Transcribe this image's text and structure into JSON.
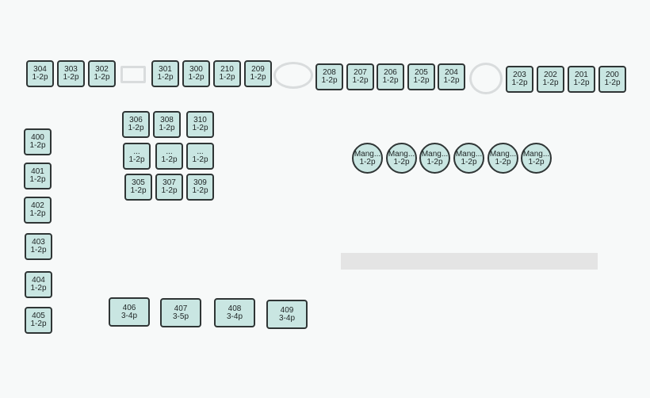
{
  "tables": {
    "t304": {
      "name": "304",
      "cap": "1-2p"
    },
    "t303": {
      "name": "303",
      "cap": "1-2p"
    },
    "t302": {
      "name": "302",
      "cap": "1-2p"
    },
    "t301": {
      "name": "301",
      "cap": "1-2p"
    },
    "t300": {
      "name": "300",
      "cap": "1-2p"
    },
    "t210": {
      "name": "210",
      "cap": "1-2p"
    },
    "t209": {
      "name": "209",
      "cap": "1-2p"
    },
    "t208": {
      "name": "208",
      "cap": "1-2p"
    },
    "t207": {
      "name": "207",
      "cap": "1-2p"
    },
    "t206": {
      "name": "206",
      "cap": "1-2p"
    },
    "t205": {
      "name": "205",
      "cap": "1-2p"
    },
    "t204": {
      "name": "204",
      "cap": "1-2p"
    },
    "t203": {
      "name": "203",
      "cap": "1-2p"
    },
    "t202": {
      "name": "202",
      "cap": "1-2p"
    },
    "t201": {
      "name": "201",
      "cap": "1-2p"
    },
    "t200": {
      "name": "200",
      "cap": "1-2p"
    },
    "t306": {
      "name": "306",
      "cap": "1-2p"
    },
    "t308": {
      "name": "308",
      "cap": "1-2p"
    },
    "t310": {
      "name": "310",
      "cap": "1-2p"
    },
    "tu1": {
      "name": "...",
      "cap": "1-2p"
    },
    "tu2": {
      "name": "...",
      "cap": "1-2p"
    },
    "tu3": {
      "name": "...",
      "cap": "1-2p"
    },
    "t305": {
      "name": "305",
      "cap": "1-2p"
    },
    "t307": {
      "name": "307",
      "cap": "1-2p"
    },
    "t309": {
      "name": "309",
      "cap": "1-2p"
    },
    "t400": {
      "name": "400",
      "cap": "1-2p"
    },
    "t401": {
      "name": "401",
      "cap": "1-2p"
    },
    "t402": {
      "name": "402",
      "cap": "1-2p"
    },
    "t403": {
      "name": "403",
      "cap": "1-2p"
    },
    "t404": {
      "name": "404",
      "cap": "1-2p"
    },
    "t405": {
      "name": "405",
      "cap": "1-2p"
    },
    "t406": {
      "name": "406",
      "cap": "3-4p"
    },
    "t407": {
      "name": "407",
      "cap": "3-5p"
    },
    "t408": {
      "name": "408",
      "cap": "3-4p"
    },
    "t409": {
      "name": "409",
      "cap": "3-4p"
    },
    "m1": {
      "name": "Mang...",
      "cap": "1-2p"
    },
    "m2": {
      "name": "Mang...",
      "cap": "1-2p"
    },
    "m3": {
      "name": "Mang...",
      "cap": "1-2p"
    },
    "m4": {
      "name": "Mang...",
      "cap": "1-2p"
    },
    "m5": {
      "name": "Mang...",
      "cap": "1-2p"
    },
    "m6": {
      "name": "Mang...",
      "cap": "1-2p"
    }
  },
  "colors": {
    "table_fill": "#c9e6e2",
    "table_border": "#2f3535",
    "fixture_outline": "#d9dcdd",
    "bar": "#e4e4e4",
    "background": "#f7f9f9"
  }
}
